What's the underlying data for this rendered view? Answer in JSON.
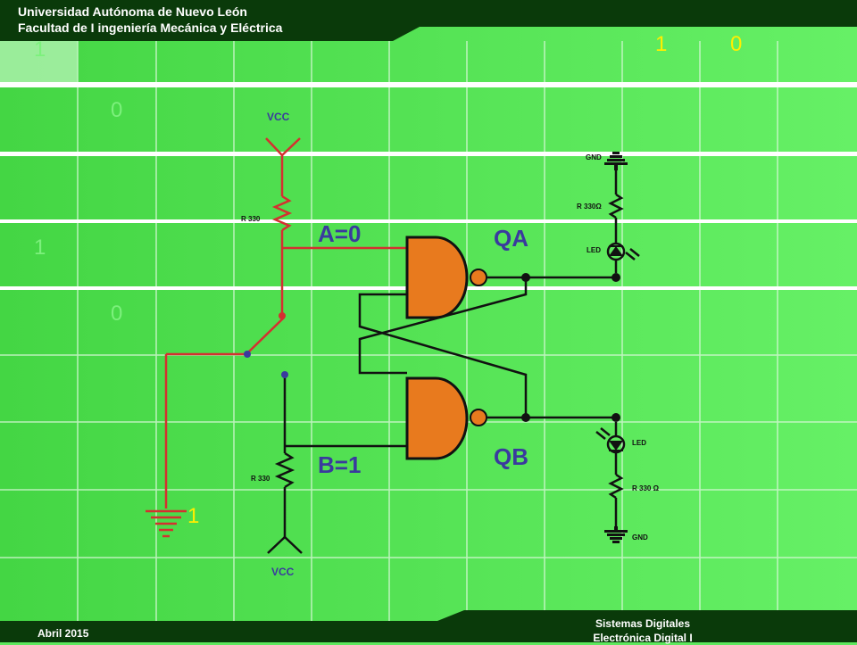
{
  "header": {
    "line1": "Universidad Autónoma de Nuevo León",
    "line2": "Facultad de I ingeniería Mecánica y Eléctrica"
  },
  "footer": {
    "date": "Abril 2015",
    "course_line1": "Sistemas Digitales",
    "course_line2": "Electrónica Digital I"
  },
  "background_digits": {
    "top_left": "1",
    "row2": "0",
    "row3": "1",
    "row4": "0"
  },
  "highlighted_digits": {
    "top_a": "1",
    "top_b": "0",
    "bottom": "1"
  },
  "circuit": {
    "vcc_top": "VCC",
    "vcc_bottom": "VCC",
    "r_top": "R 330",
    "r_bottom": "R 330",
    "input_a": "A=0",
    "input_b": "B=1",
    "output_qa": "QA",
    "output_qb": "QB",
    "gnd_top": "GND",
    "gnd_bottom": "GND",
    "led_top": "LED",
    "led_bottom": "LED",
    "r_led_top": "R 330Ω",
    "r_led_bottom": "R 330 Ω"
  },
  "colors": {
    "header_bg": "#0a3a0a",
    "wire_active": "#d43030",
    "wire_inactive": "#111111",
    "gate_fill": "#e87a1e",
    "label_color": "#3a3a9e",
    "bit_highlight": "#ffee00"
  }
}
